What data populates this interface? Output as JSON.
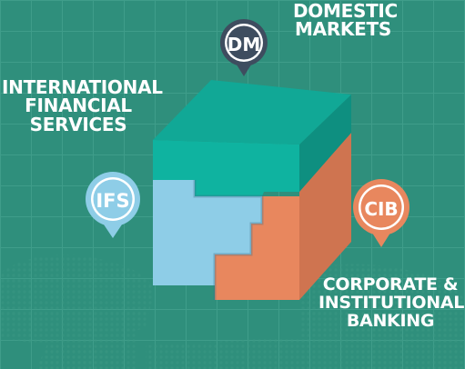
{
  "colors": {
    "background": "#2f8f7c",
    "grid": "#3f9d8a",
    "map": "#3b9884",
    "dm_accent": "#0fb3a0",
    "ifs_accent": "#8ecde7",
    "cib_accent": "#e8875e",
    "pin_dark": "#3e4d5f"
  },
  "pins": [
    {
      "key": "dm",
      "abbr": "DM",
      "icon": "map-pin-icon"
    },
    {
      "key": "ifs",
      "abbr": "IFS",
      "icon": "map-pin-icon"
    },
    {
      "key": "cib",
      "abbr": "CIB",
      "icon": "map-pin-icon"
    }
  ],
  "labels": {
    "dm": [
      "DOMESTIC",
      "MARKETS"
    ],
    "ifs": [
      "INTERNATIONAL",
      "FINANCIAL",
      "SERVICES"
    ],
    "cib": [
      "CORPORATE &",
      "INSTITUTIONAL",
      "BANKING"
    ]
  }
}
